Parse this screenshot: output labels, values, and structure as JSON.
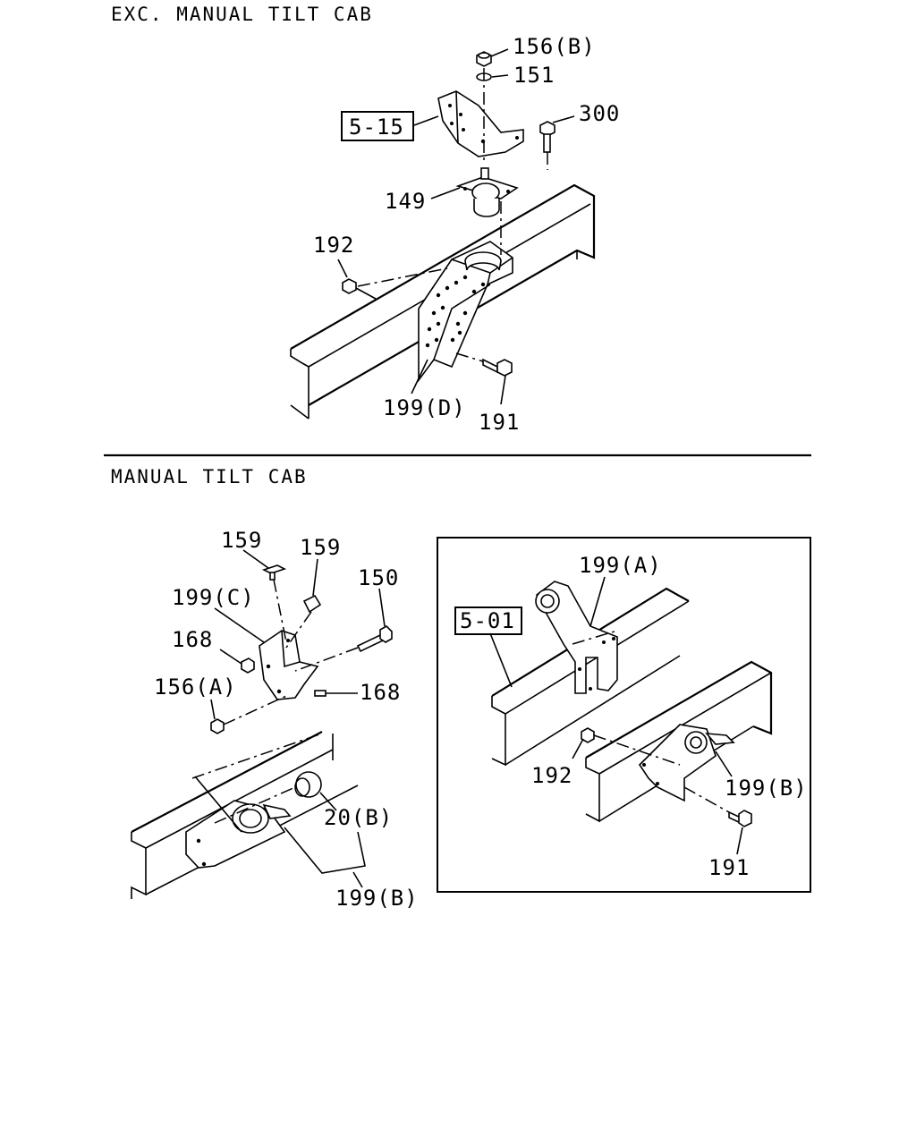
{
  "sections": {
    "top_title": "EXC. MANUAL TILT CAB",
    "bottom_title": "MANUAL TILT CAB"
  },
  "callouts": {
    "top": {
      "nut_156b": "156(B)",
      "washer_151": "151",
      "bolt_300": "300",
      "ref_5_15": "5-15",
      "mount_149": "149",
      "nut_192": "192",
      "bracket_199d": "199(D)",
      "bolt_191": "191"
    },
    "bottom_left": {
      "clip_159a": "159",
      "clip_159b": "159",
      "bracket_199c": "199(C)",
      "bolt_150": "150",
      "pin_168a": "168",
      "pin_168b": "168",
      "nut_156a": "156(A)",
      "bush_20b": "20(B)",
      "bracket_199b": "199(B)"
    },
    "inset": {
      "bracket_199a": "199(A)",
      "ref_5_01": "5-01",
      "nut_192": "192",
      "bracket_199b": "199(B)",
      "bolt_191": "191"
    }
  }
}
